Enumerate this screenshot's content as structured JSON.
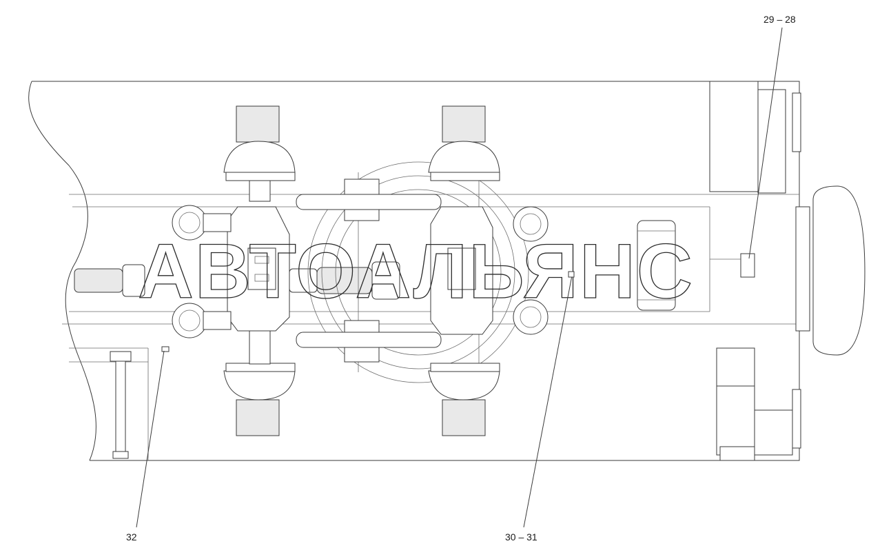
{
  "callouts": {
    "c1": {
      "label": "29 – 28"
    },
    "c2": {
      "label": "32"
    },
    "c3": {
      "label": "30 – 31"
    }
  },
  "watermark": {
    "text": "АВТОАЛЬЯНС"
  },
  "colors": {
    "line": "#3a3a3a",
    "background": "#ffffff"
  }
}
